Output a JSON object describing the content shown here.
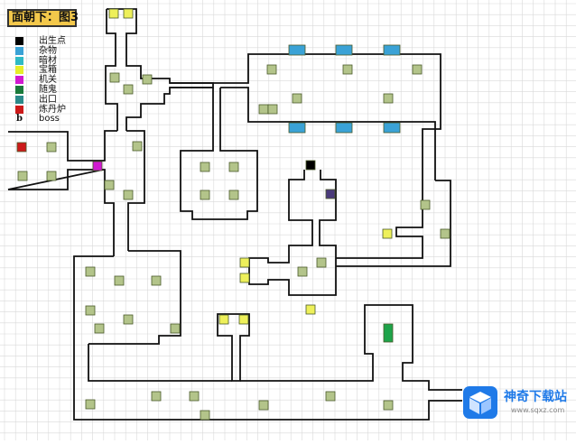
{
  "title": "面朝下：图3",
  "legend": [
    {
      "label": "出生点",
      "color": "#000000"
    },
    {
      "label": "杂物",
      "color": "#3aa2d6"
    },
    {
      "label": "暗材",
      "color": "#2fbac6"
    },
    {
      "label": "宝箱",
      "color": "#e6ee2a"
    },
    {
      "label": "机关",
      "color": "#d11ad1"
    },
    {
      "label": "随鬼",
      "color": "#1a7a3a"
    },
    {
      "label": "出口",
      "color": "#2a8a8a"
    },
    {
      "label": "炼丹炉",
      "color": "#cc1a1a"
    },
    {
      "label": "boss",
      "marker": "b"
    }
  ],
  "colors": {
    "wall": "#111111",
    "grid": "#d9d9d9",
    "floor_tile": "#b3c48a",
    "floor_tile_border": "#4a5a2a",
    "treasure": "#eef05a",
    "blue_item": "#3aa2d6",
    "spawn": "#000000",
    "trap": "#d11ad1",
    "furnace": "#cc1a1a",
    "exit": "#1ea34a",
    "purple_block": "#4a3a7a"
  },
  "watermark": {
    "name": "神奇下载站",
    "url": "www.sqxz.com",
    "logo_icon": "cube-icon"
  }
}
